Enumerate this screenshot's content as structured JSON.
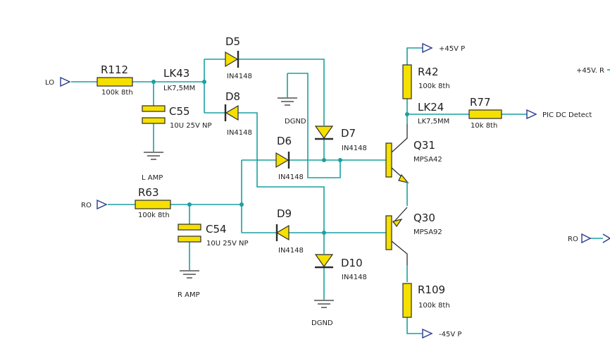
{
  "components": {
    "r112": {
      "ref": "R112",
      "value": "100k 8th"
    },
    "r63": {
      "ref": "R63",
      "value": "100k 8th"
    },
    "r42": {
      "ref": "R42",
      "value": "100k 8th"
    },
    "r77": {
      "ref": "R77",
      "value": "10k 8th"
    },
    "r109": {
      "ref": "R109",
      "value": "100k 8th"
    },
    "c55": {
      "ref": "C55",
      "value": "10U 25V NP"
    },
    "c54": {
      "ref": "C54",
      "value": "10U 25V NP"
    },
    "lk43": {
      "ref": "LK43",
      "value": "LK7,5MM"
    },
    "lk24": {
      "ref": "LK24",
      "value": "LK7,5MM"
    },
    "d5": {
      "ref": "D5",
      "value": "IN4148"
    },
    "d8": {
      "ref": "D8",
      "value": "IN4148"
    },
    "d6": {
      "ref": "D6",
      "value": "IN4148"
    },
    "d7": {
      "ref": "D7",
      "value": "IN4148"
    },
    "d9": {
      "ref": "D9",
      "value": "IN4148"
    },
    "d10": {
      "ref": "D10",
      "value": "IN4148"
    },
    "q31": {
      "ref": "Q31",
      "value": "MPSA42"
    },
    "q30": {
      "ref": "Q30",
      "value": "MPSA92"
    }
  },
  "nets": {
    "lo": "LO",
    "ro": "RO",
    "ro_right": "RO",
    "lamp": "L AMP",
    "ramp": "R AMP",
    "dgnd_top": "DGND",
    "dgnd_bottom": "DGND",
    "pos45": "+45V P",
    "neg45": "-45V P",
    "pos45r": "+45V. R",
    "pic": "PIC DC Detect"
  },
  "colors": {
    "wire": "#19a0a0",
    "component_fill": "#f5e000",
    "port": "#2a3b8f"
  }
}
